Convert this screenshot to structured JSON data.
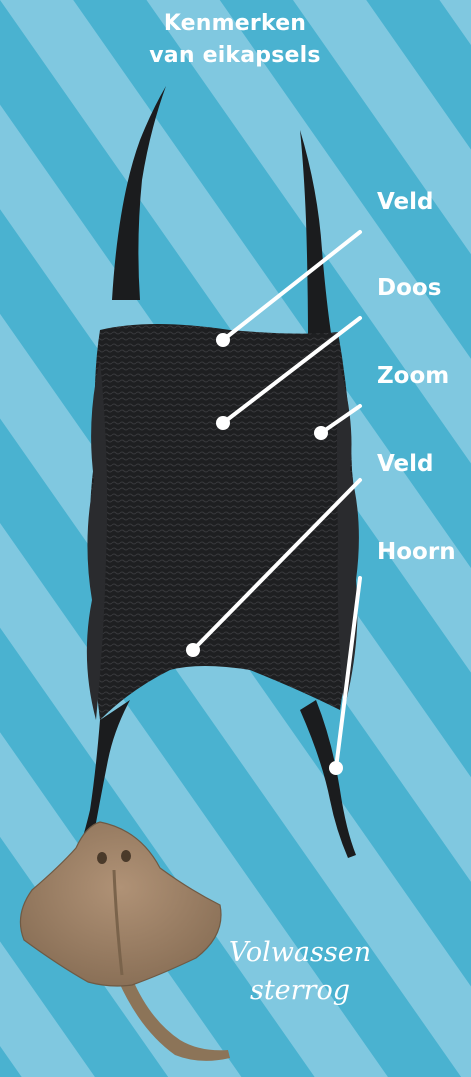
{
  "title": {
    "line1": "Kenmerken",
    "line2": "van eikapsels"
  },
  "labels": [
    {
      "text": "Veld"
    },
    {
      "text": "Doos"
    },
    {
      "text": "Zoom"
    },
    {
      "text": "Veld"
    },
    {
      "text": "Hoorn"
    }
  ],
  "caption": {
    "line1": "Volwassen",
    "line2": "sterrog"
  },
  "colors": {
    "background": "#4ab2d0",
    "stripe": "#80c8e0",
    "text": "#ffffff",
    "egg_case": "#1b1c1e",
    "ray": "#9c8266"
  }
}
